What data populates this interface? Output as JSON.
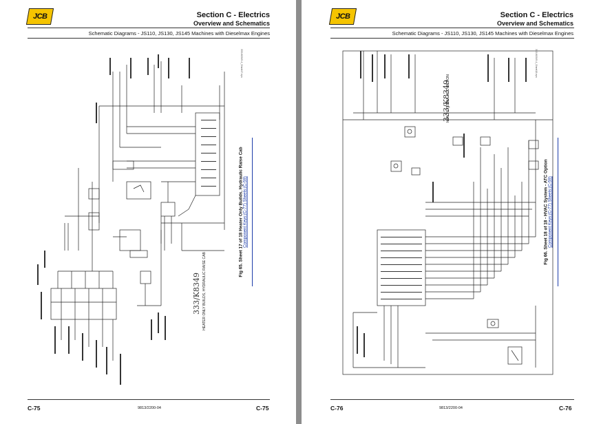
{
  "left_page": {
    "logo": "JCB",
    "section_title": "Section C - Electrics",
    "section_subtitle": "Overview and Schematics",
    "schematic_subtitle": "Schematic Diagrams - JS110, JS130, JS145 Machines with Dieselmax Engines",
    "figure_caption": "Fig 65. Sheet 17 of 18 Heater Only Builds, Hydraulic Raise Cab",
    "links": "Component Keys:(C-77) Sheets:(C-59)",
    "handwritten_code": "333/K8349",
    "handwritten_note": "HEATER ONLY BUILDS, HYDRAULIC RAISE CAB",
    "ref_id": "333-K8349-4_Sheet17.eps",
    "footer_left": "C-75",
    "footer_center": "9813/2200-04",
    "footer_right": "C-75"
  },
  "right_page": {
    "logo": "JCB",
    "section_title": "Section C - Electrics",
    "section_subtitle": "Overview and Schematics",
    "schematic_subtitle": "Schematic Diagrams - JS110, JS130, JS145 Machines with Dieselmax Engines",
    "figure_caption": "Fig 66. Sheet 18 of 18 - HVAC System - ATC Option",
    "links": "Component Keys:(C-77) Sheets:(C-59)",
    "handwritten_code": "333/K8349",
    "handwritten_note": "HVAC SYSTEM - ATC OPTION",
    "ref_id": "333-K8349-4_Sheet18.eps",
    "footer_left": "C-76",
    "footer_center": "9813/2200-04",
    "footer_right": "C-76"
  }
}
